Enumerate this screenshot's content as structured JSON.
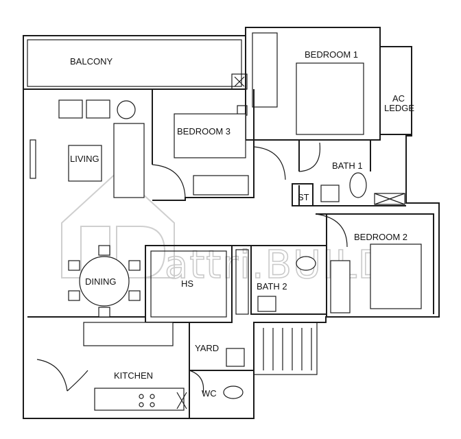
{
  "rooms": {
    "balcony": "BALCONY",
    "bedroom1": "BEDROOM 1",
    "ac_ledge_line1": "AC",
    "ac_ledge_line2": "LEDGE",
    "bedroom3": "BEDROOM 3",
    "living": "LIVING",
    "bath1": "BATH 1",
    "store": "ST",
    "bedroom2": "BEDROOM 2",
    "dining": "DINING",
    "hs": "HS",
    "bath2": "BATH 2",
    "yard": "YARD",
    "kitchen": "KITCHEN",
    "wc": "WC"
  },
  "watermark": "attri.BUILD"
}
